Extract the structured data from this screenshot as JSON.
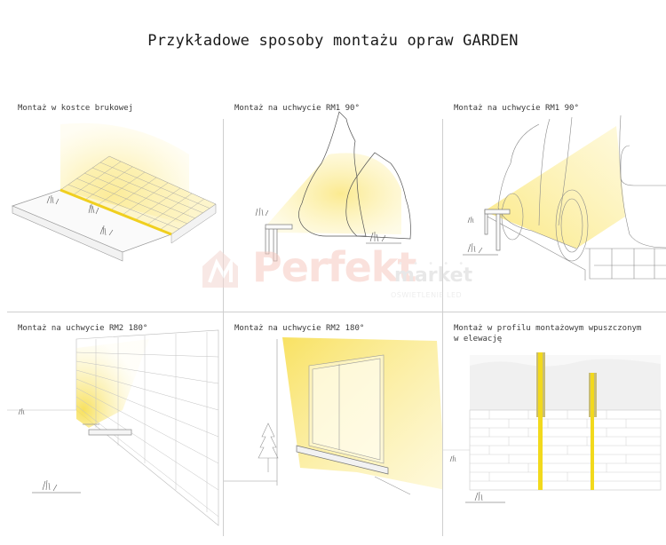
{
  "page": {
    "title": "Przykładowe sposoby montażu opraw GARDEN"
  },
  "panels": [
    {
      "id": "kostka",
      "label": "Montaż w kostce brukowej",
      "illustration": "paving-stone-icon"
    },
    {
      "id": "rm1-tree",
      "label": "Montaż na uchwycie RM1 90°",
      "illustration": "tree-uplight-icon"
    },
    {
      "id": "rm1-car",
      "label": "Montaż na uchwycie RM1 90°",
      "illustration": "car-driveway-icon"
    },
    {
      "id": "rm2-wall",
      "label": "Montaż na uchwycie RM2 180°",
      "illustration": "brick-wall-wash-icon"
    },
    {
      "id": "rm2-window",
      "label": "Montaż na uchwycie RM2 180°",
      "illustration": "window-facade-icon"
    },
    {
      "id": "profil",
      "label": "Montaż w profilu montażowym wpuszczonym\nw elewację",
      "illustration": "recessed-profile-icon"
    }
  ],
  "watermark": {
    "brand": "Perfekt",
    "brand_suffix": "market",
    "dots": "• • • • • •",
    "tagline": "OŚWIETLENIE LED"
  },
  "colors": {
    "light_yellow": "#fbeb8a",
    "led_yellow": "#f5dc2a",
    "line_gray": "#cfcfcf",
    "watermark_red": "#f6c9c0"
  }
}
